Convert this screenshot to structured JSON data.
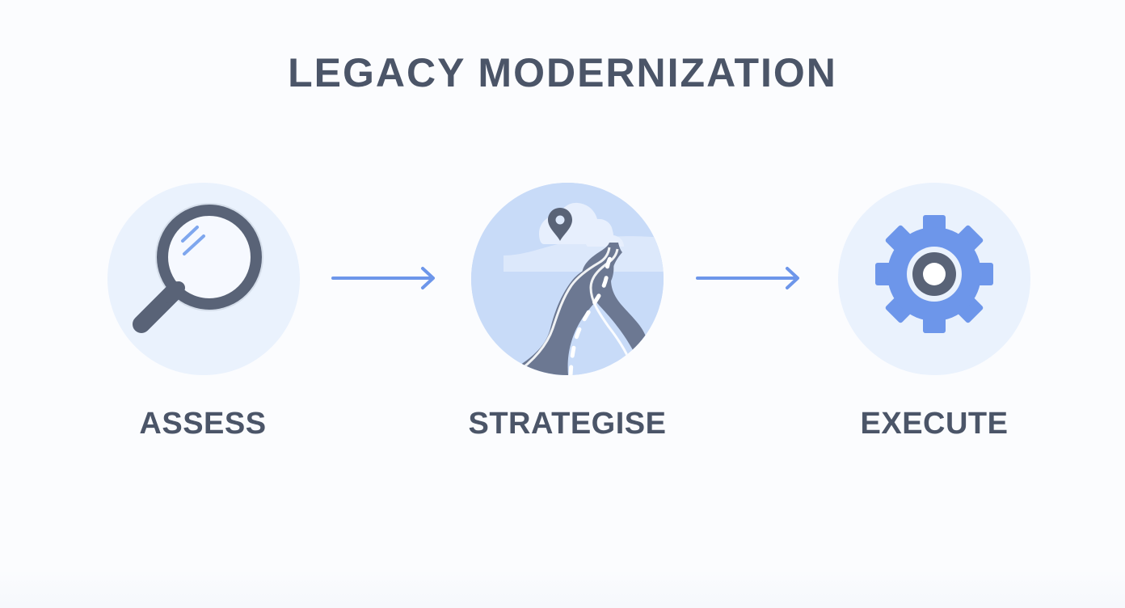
{
  "diagram": {
    "title": "LEGACY MODERNIZATION",
    "steps": [
      {
        "label": "ASSESS",
        "icon": "magnifying-glass-icon"
      },
      {
        "label": "STRATEGISE",
        "icon": "road-map-icon"
      },
      {
        "label": "EXECUTE",
        "icon": "gear-icon"
      }
    ],
    "connectors": [
      "arrow-right-icon",
      "arrow-right-icon"
    ],
    "colors": {
      "background": "#fbfcfe",
      "text": "#4b5568",
      "accent_blue": "#6d96ea",
      "light_circle": "#eaf2fd",
      "road_gray": "#6c7892",
      "icon_dark": "#596377"
    }
  }
}
